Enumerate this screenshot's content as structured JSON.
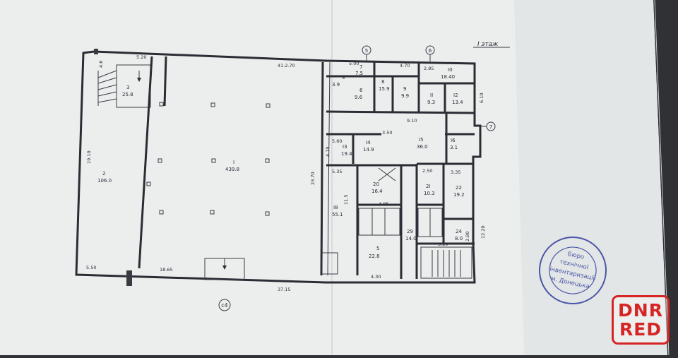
{
  "sheet": {
    "floor_label": "I этаж",
    "axis_labels": [
      "5",
      "6",
      "7"
    ],
    "corner_label": "с4"
  },
  "colors": {
    "paper": "#eef0f0",
    "line": "#2c2c34",
    "stamp": "#4a55a8",
    "watermark": "#d62525",
    "background": "#2f3135"
  },
  "dimensions": {
    "top_left": "5.20",
    "top_main": "41.2.70",
    "top_a": "5.00",
    "top_b": "4.70",
    "top_c": "2.85",
    "left_wall": "19.10",
    "mid_wall": "23.70",
    "right_a": "6.10",
    "right_b": "12.20",
    "bottom_a": "5.50",
    "bottom_b": "18.65",
    "bottom_total": "37.15",
    "bottom_c": "4.30",
    "stair_top": "4.6",
    "inner_a": "5.60",
    "inner_b": "5.35",
    "inner_c": "3.50",
    "inner_d": "9.10",
    "inner_e": "4.85",
    "inner_f": "2.50",
    "inner_g": "3.35",
    "inner_h": "3.20",
    "inner_i": "2.80",
    "inner_j": "11.5",
    "inner_k": "4.19"
  },
  "rooms": [
    {
      "n": "I",
      "area": "439.8"
    },
    {
      "n": "2",
      "area": "106.0"
    },
    {
      "n": "3",
      "area": "25.8"
    },
    {
      "n": "4",
      "area": "3.9"
    },
    {
      "n": "5",
      "area": "22.8"
    },
    {
      "n": "6",
      "area": "9.6"
    },
    {
      "n": "7",
      "area": "7.5"
    },
    {
      "n": "8",
      "area": "15.9"
    },
    {
      "n": "9",
      "area": "9.9"
    },
    {
      "n": "I0",
      "area": "18.40"
    },
    {
      "n": "II",
      "area": "9.3"
    },
    {
      "n": "I2",
      "area": "13.4"
    },
    {
      "n": "I3",
      "area": "19.4"
    },
    {
      "n": "I4",
      "area": "14.9"
    },
    {
      "n": "I5",
      "area": "36.0"
    },
    {
      "n": "I6",
      "area": "3.1"
    },
    {
      "n": "I8",
      "area": "55.1"
    },
    {
      "n": "20",
      "area": "16.4"
    },
    {
      "n": "2I",
      "area": "10.3"
    },
    {
      "n": "22",
      "area": "19.2"
    },
    {
      "n": "24",
      "area": "8.0"
    },
    {
      "n": "29",
      "area": "14.0"
    }
  ],
  "stamp": {
    "line1": "Бюро",
    "line2": "технічної",
    "line3": "інвентаризації",
    "line4": "м. Донецька"
  },
  "watermark": {
    "line1": "DNR",
    "line2": "RED"
  }
}
